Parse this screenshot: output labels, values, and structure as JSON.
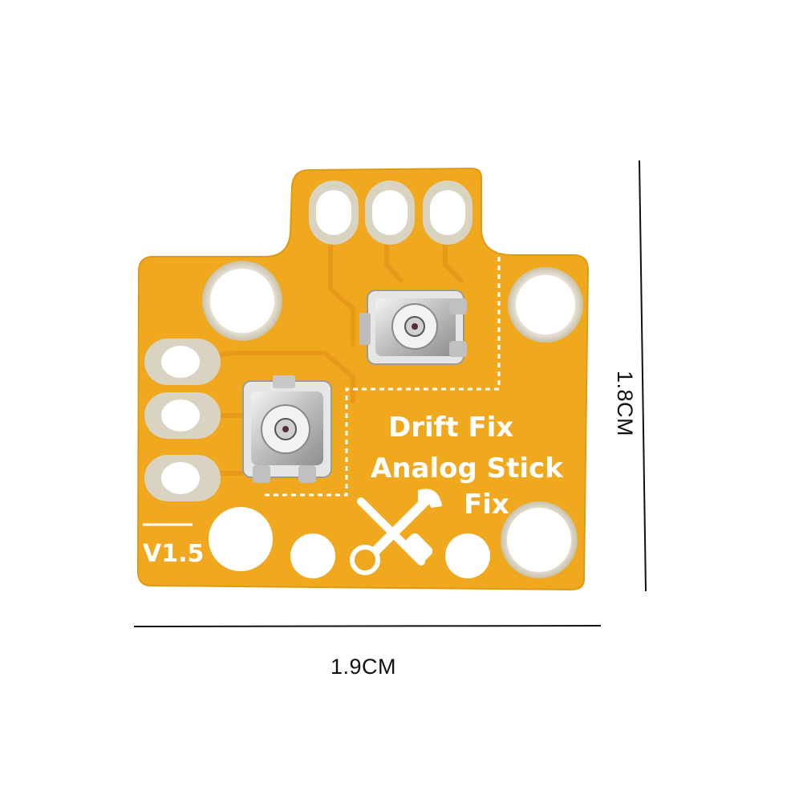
{
  "pcb": {
    "line1": "Drift Fix",
    "line2": "Analog Stick",
    "line3": "Fix",
    "version": "V1.5",
    "board_color": "#f0a81e",
    "pad_color": "#d9d3c2"
  },
  "dimensions": {
    "width": "1.9CM",
    "height": "1.8CM"
  },
  "icons": [
    "tools-icon",
    "potentiometer-icon"
  ]
}
